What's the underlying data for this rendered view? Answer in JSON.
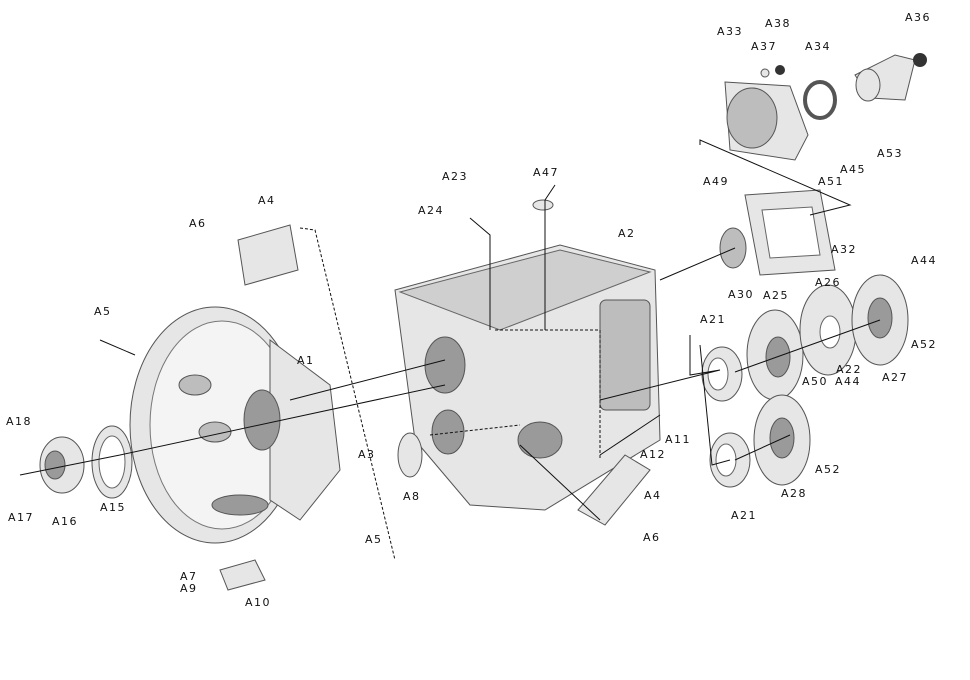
{
  "labels": [
    "A33",
    "A38",
    "A36",
    "A37",
    "A34",
    "A53",
    "A45",
    "A51",
    "A49",
    "A32",
    "A23",
    "A47",
    "A24",
    "A2",
    "A4",
    "A6",
    "A44",
    "A30",
    "A25",
    "A26",
    "A5",
    "A21",
    "A52",
    "A22",
    "A27",
    "A1",
    "A50",
    "A44",
    "A18",
    "A3",
    "A12",
    "A11",
    "A52",
    "A8",
    "A4",
    "A28",
    "A15",
    "A16",
    "A17",
    "A5",
    "A21",
    "A6",
    "A7",
    "A9",
    "A10"
  ]
}
